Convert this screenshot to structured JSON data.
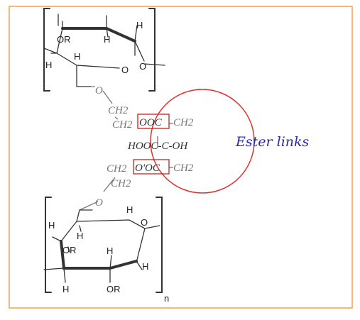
{
  "colors": {
    "frame": "#f0a050",
    "circle": "#e03030",
    "box": "#cc2020",
    "callout": "#2a2aa8",
    "bond": "#333333",
    "chain": "#777777"
  },
  "top_ring": {
    "substituent": "OR",
    "h1": "H",
    "h2": "H",
    "h3": "H",
    "h4": "H",
    "ring_o": "O",
    "glyco_o": "O"
  },
  "linker": {
    "o_top": "O",
    "ch2_a": "CH2",
    "ch2_b": "CH2",
    "ester_top": "OOC",
    "ch2_right_top": "CH2",
    "center": "HOOC-C-OH",
    "ch2_c": "CH2",
    "ester_bottom": "O'OC",
    "ch2_right_bottom": "CH2",
    "ch2_d": "CH2",
    "o_bottom": "O"
  },
  "bottom_ring": {
    "h1": "H",
    "h2": "H",
    "sub1": "OR",
    "h3": "H",
    "h4": "H",
    "h5": "H",
    "sub2": "OR",
    "h6": "H",
    "ring_o": "O",
    "repeat_n": "n"
  },
  "callout": {
    "label": "Ester links"
  }
}
